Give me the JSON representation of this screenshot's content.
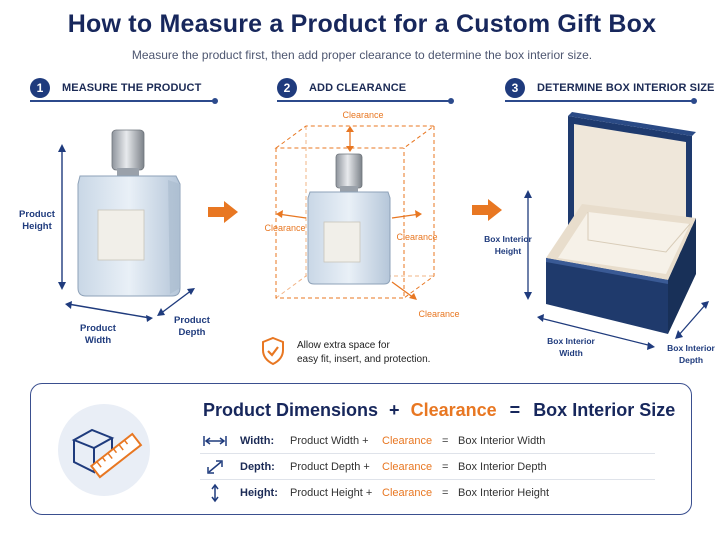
{
  "title": "How to Measure a Product for a Custom Gift Box",
  "subtitle": "Measure the product first, then add proper clearance to determine the box interior size.",
  "steps": [
    {
      "number": "1",
      "label": "MEASURE THE PRODUCT"
    },
    {
      "number": "2",
      "label": "ADD CLEARANCE"
    },
    {
      "number": "3",
      "label": "DETERMINE BOX INTERIOR SIZE"
    }
  ],
  "step1": {
    "height_label_1": "Product",
    "height_label_2": "Height",
    "width_label_1": "Product",
    "width_label_2": "Width",
    "depth_label_1": "Product",
    "depth_label_2": "Depth"
  },
  "step2": {
    "clearance_top": "Clearance",
    "clearance_left": "Clearance",
    "clearance_right": "Clearance",
    "clearance_bottom": "Clearance",
    "note_line1": "Allow extra space for",
    "note_line2": "easy fit, insert, and protection."
  },
  "step3": {
    "height_label_1": "Box Interior",
    "height_label_2": "Height",
    "width_label_1": "Box Interior",
    "width_label_2": "Width",
    "depth_label_1": "Box Interior",
    "depth_label_2": "Depth"
  },
  "formula": {
    "part1": "Product Dimensions",
    "plus": "+",
    "part2": "Clearance",
    "equals": "=",
    "part3": "Box Interior Size"
  },
  "rows": [
    {
      "icon": "width-arrows-icon",
      "label": "Width:",
      "product": "Product Width +",
      "clearance": "Clearance",
      "equals": "=",
      "result": "Box Interior Width"
    },
    {
      "icon": "depth-arrows-icon",
      "label": "Depth:",
      "product": "Product Depth +",
      "clearance": "Clearance",
      "equals": "=",
      "result": "Box Interior Depth"
    },
    {
      "icon": "height-arrows-icon",
      "label": "Height:",
      "product": "Product Height +",
      "clearance": "Clearance",
      "equals": "=",
      "result": "Box Interior Height"
    }
  ],
  "colors": {
    "navy": "#1f3b7d",
    "orange": "#e87722",
    "box_blue": "#1e3a6e",
    "box_inner": "#efe7da"
  }
}
